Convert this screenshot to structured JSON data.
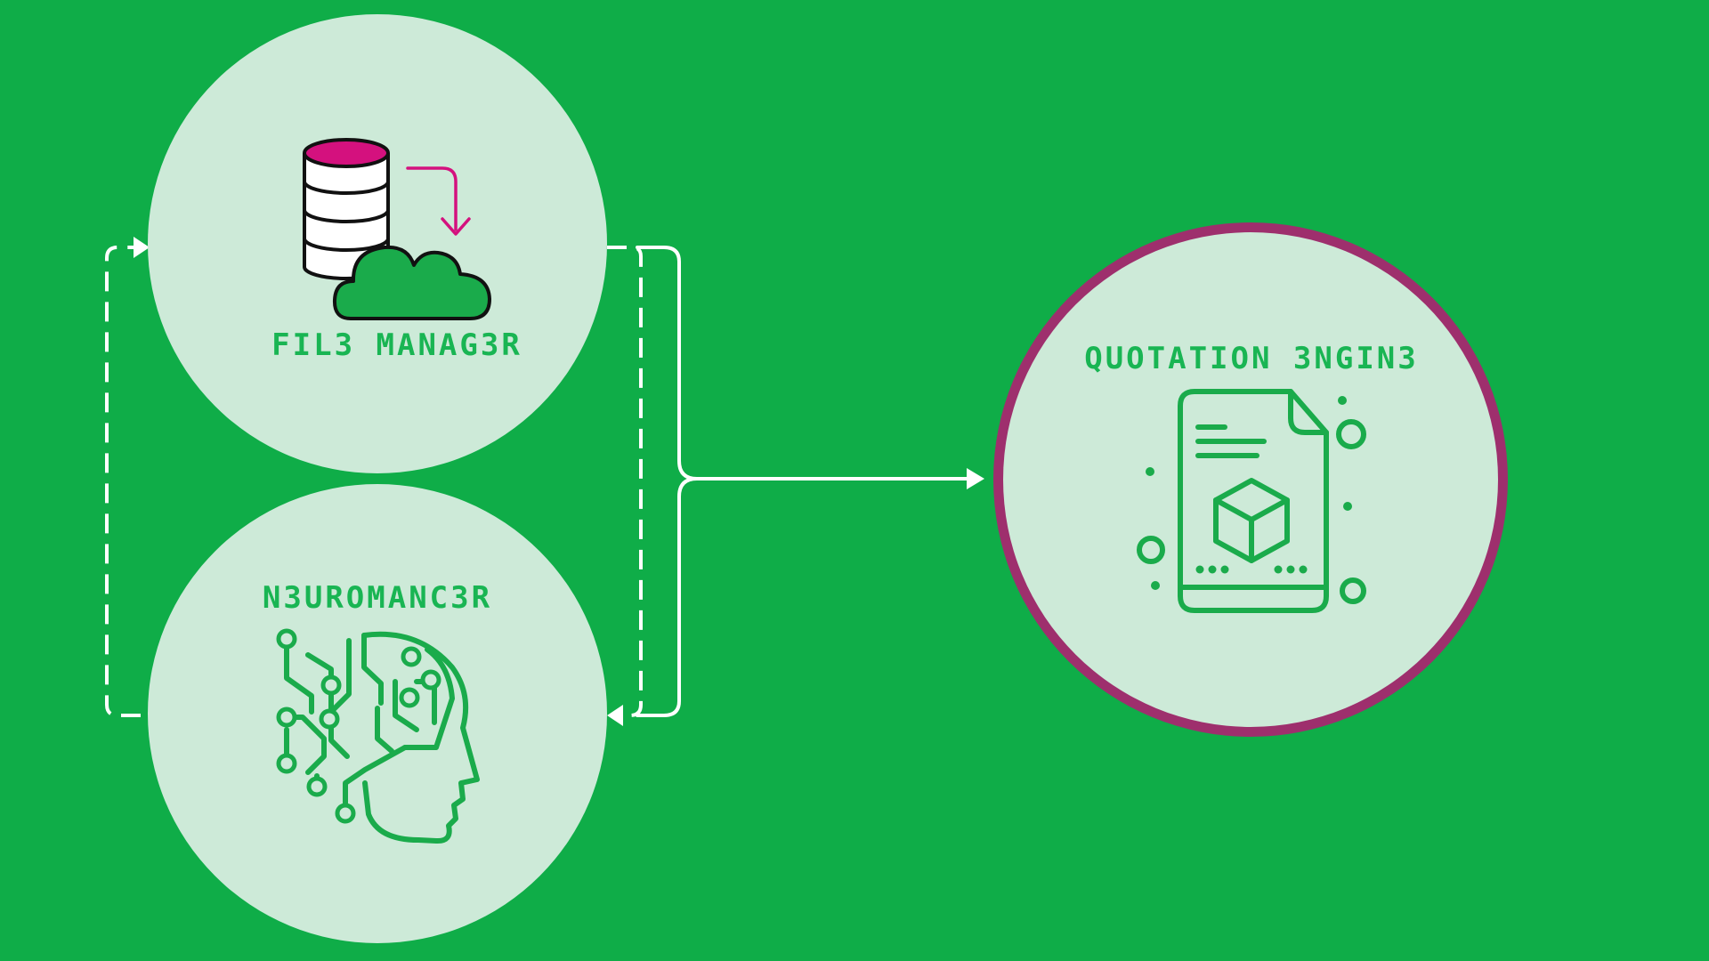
{
  "diagram": {
    "nodes": [
      {
        "id": "file-manager",
        "label": "FIL3 MANAG3R",
        "icon": "database-cloud-icon",
        "highlighted": false
      },
      {
        "id": "neuromancer",
        "label": "N3UROMANC3R",
        "icon": "ai-brain-head-icon",
        "highlighted": false
      },
      {
        "id": "quotation-engine",
        "label": "QUOTATION 3NGIN3",
        "icon": "document-cube-icon",
        "highlighted": true
      }
    ],
    "edges": [
      {
        "from": "file-manager",
        "to": "neuromancer",
        "style": "dashed"
      },
      {
        "from": "neuromancer",
        "to": "file-manager",
        "style": "dashed"
      },
      {
        "from": "file-manager",
        "to": "quotation-engine",
        "style": "solid"
      },
      {
        "from": "neuromancer",
        "to": "quotation-engine",
        "style": "solid"
      }
    ]
  },
  "colors": {
    "background": "#0fad48",
    "node_fill": "#cdead8",
    "node_label": "#19b553",
    "icon_green": "#1aab4b",
    "accent_magenta": "#d4117e",
    "highlight_ring": "#9e2f6d",
    "connector": "#ffffff"
  }
}
